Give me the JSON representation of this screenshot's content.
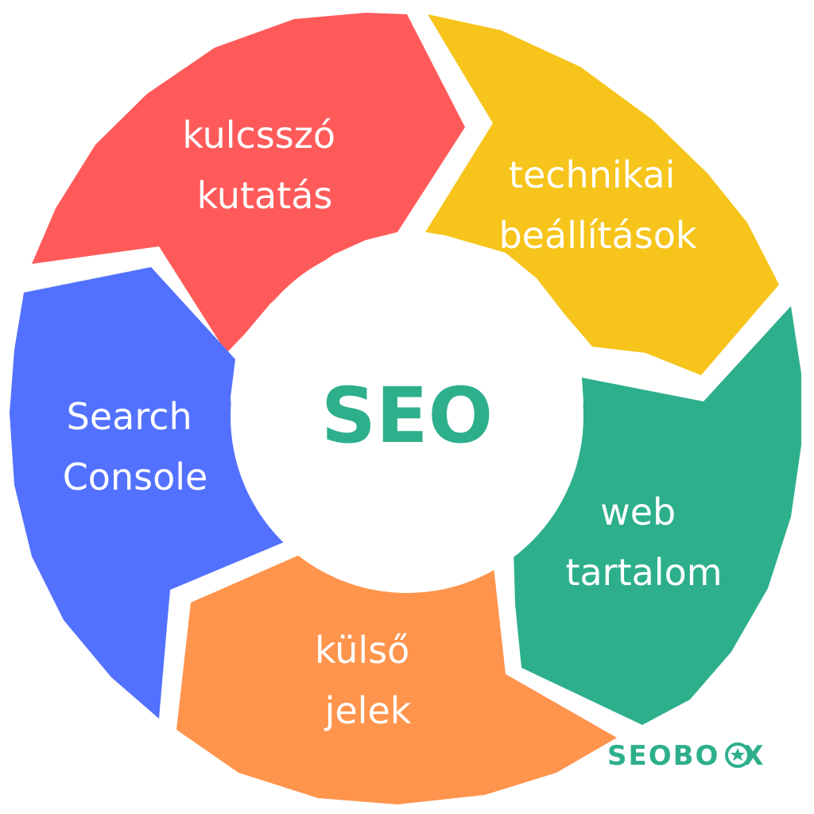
{
  "center": {
    "label": "SEO",
    "color": "#2eaf8c"
  },
  "segments": [
    {
      "id": "keyword-research",
      "lines": [
        "kulcsszó",
        "kutatás"
      ],
      "color": "#ff5a5a"
    },
    {
      "id": "technical-settings",
      "lines": [
        "technikai",
        "beállítások"
      ],
      "color": "#f6c41a"
    },
    {
      "id": "web-content",
      "lines": [
        "web",
        "tartalom"
      ],
      "color": "#2eaf8c"
    },
    {
      "id": "external-signals",
      "lines": [
        "külső",
        "jelek"
      ],
      "color": "#ff944d"
    },
    {
      "id": "search-console",
      "lines": [
        "Search",
        "Console"
      ],
      "color": "#5271ff"
    }
  ],
  "logo": {
    "text_left": "SEOBO",
    "text_right": "X",
    "color": "#2eaf8c"
  }
}
